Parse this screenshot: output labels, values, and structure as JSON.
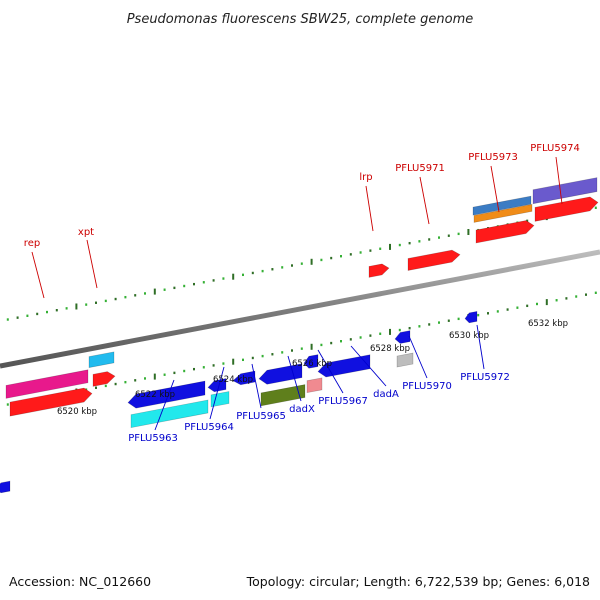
{
  "title": "Pseudomonas fluorescens SBW25, complete genome",
  "footer": {
    "accession": "Accession: NC_012660",
    "summary": "Topology: circular; Length: 6,722,539 bp; Genes: 6,018"
  },
  "kbp_labels": [
    "6520 kbp",
    "6522 kbp",
    "6524 kbp",
    "6526 kbp",
    "6528 kbp",
    "6530 kbp",
    "6532 kbp"
  ],
  "top_gene_labels": [
    "rep",
    "xpt",
    "lrp",
    "PFLU5971",
    "PFLU5973",
    "PFLU5974"
  ],
  "bottom_gene_labels": [
    "PFLU5963",
    "PFLU5964",
    "PFLU5965",
    "dadX",
    "PFLU5967",
    "dadA",
    "PFLU5970",
    "PFLU5972"
  ],
  "colors": {
    "background": "#ffffff",
    "backbone": "#888888",
    "tick_dark": "#2f6e26",
    "tick_light": "#35b035",
    "top_label": "#cc0000",
    "bottom_label": "#0000cc",
    "cds_top": "#ff1a1a",
    "cds_bottom": "#1010e0"
  }
}
